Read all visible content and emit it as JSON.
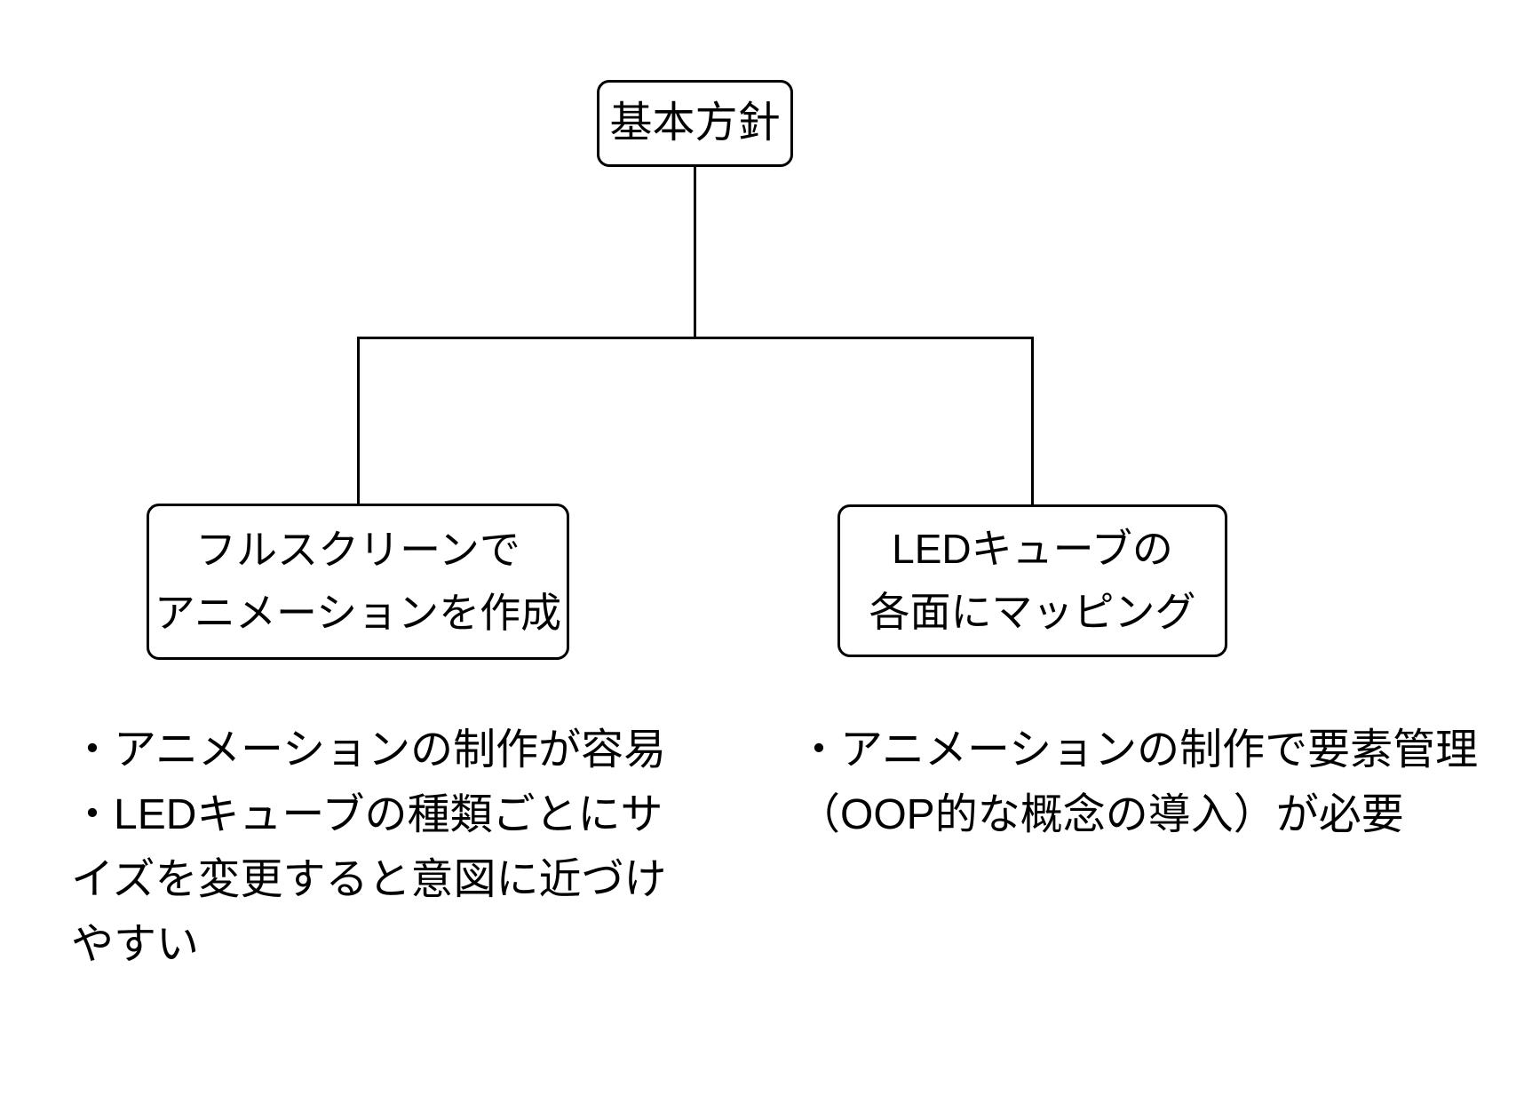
{
  "colors": {
    "background": "#ffffff",
    "line": "#000000",
    "text": "#000000"
  },
  "diagram": {
    "root": {
      "label": "基本方針"
    },
    "children": [
      {
        "id": "fullscreen-animation",
        "lines": [
          "フルスクリーンで",
          "アニメーションを作成"
        ]
      },
      {
        "id": "led-cube-mapping",
        "lines": [
          "LEDキューブの",
          "各面にマッピング"
        ]
      }
    ],
    "notes": {
      "left": {
        "lines": [
          "・アニメーションの制作が容易",
          "・LEDキューブの種類ごとにサ",
          "イズを変更すると意図に近づけ",
          "やすい"
        ]
      },
      "right": {
        "lines": [
          "・アニメーションの制作で要素管理",
          "（OOP的な概念の導入）が必要"
        ]
      }
    }
  }
}
